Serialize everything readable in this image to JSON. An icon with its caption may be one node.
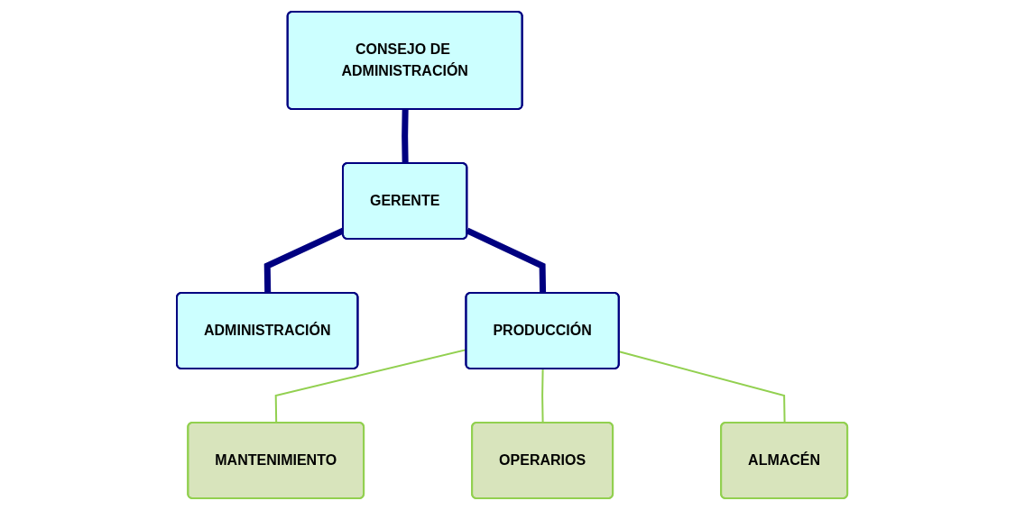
{
  "diagram": {
    "nodes": [
      {
        "text": [
          "CONSEJO DE ADMINISTRACIÓN"
        ]
      },
      {
        "text": [
          "GERENTE"
        ]
      },
      {
        "text": [
          "ADMINISTRACIÓN"
        ]
      },
      {
        "text": [
          "PRODUCCIÓN"
        ]
      },
      {
        "text": [
          "MANTENIMIENTO"
        ]
      },
      {
        "text": [
          "OPERARIOS"
        ]
      },
      {
        "text": [
          "ALMACÉN"
        ]
      }
    ],
    "edges": [
      {
        "from": 0,
        "to": 1,
        "arrow": "none",
        "style": "thick",
        "color": "#000080"
      },
      {
        "from": 1,
        "to": 2,
        "arrow": "none",
        "style": "thick",
        "color": "#000080"
      },
      {
        "from": 1,
        "to": 3,
        "arrow": "none",
        "style": "thick",
        "color": "#000080"
      },
      {
        "from": 3,
        "to": 4,
        "arrow": "none",
        "color": "#92d050"
      },
      {
        "from": 3,
        "to": 5,
        "arrow": "none",
        "color": "#92d050"
      },
      {
        "from": 3,
        "to": 6,
        "arrow": "none",
        "color": "#92d050"
      }
    ]
  }
}
